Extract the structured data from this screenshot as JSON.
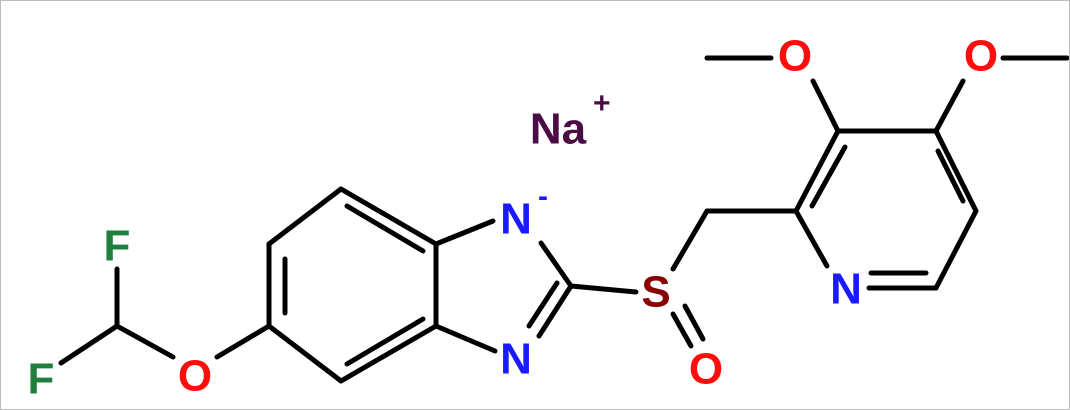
{
  "molecule": {
    "colors": {
      "bond": "#000000",
      "N": "#1a1aff",
      "O": "#ff0d0d",
      "S": "#8b0000",
      "F": "#1f7f3f",
      "Na": "#4b0b45"
    },
    "labels": {
      "na": "Na",
      "na_charge": "+",
      "n1": "N",
      "n1_charge": "-",
      "n3": "N",
      "n_pyridine": "N",
      "s": "S",
      "o_sulfoxide": "O",
      "o_ether": "O",
      "o_methoxy3": "O",
      "o_methoxy4": "O",
      "f1": "F",
      "f2": "F"
    }
  }
}
